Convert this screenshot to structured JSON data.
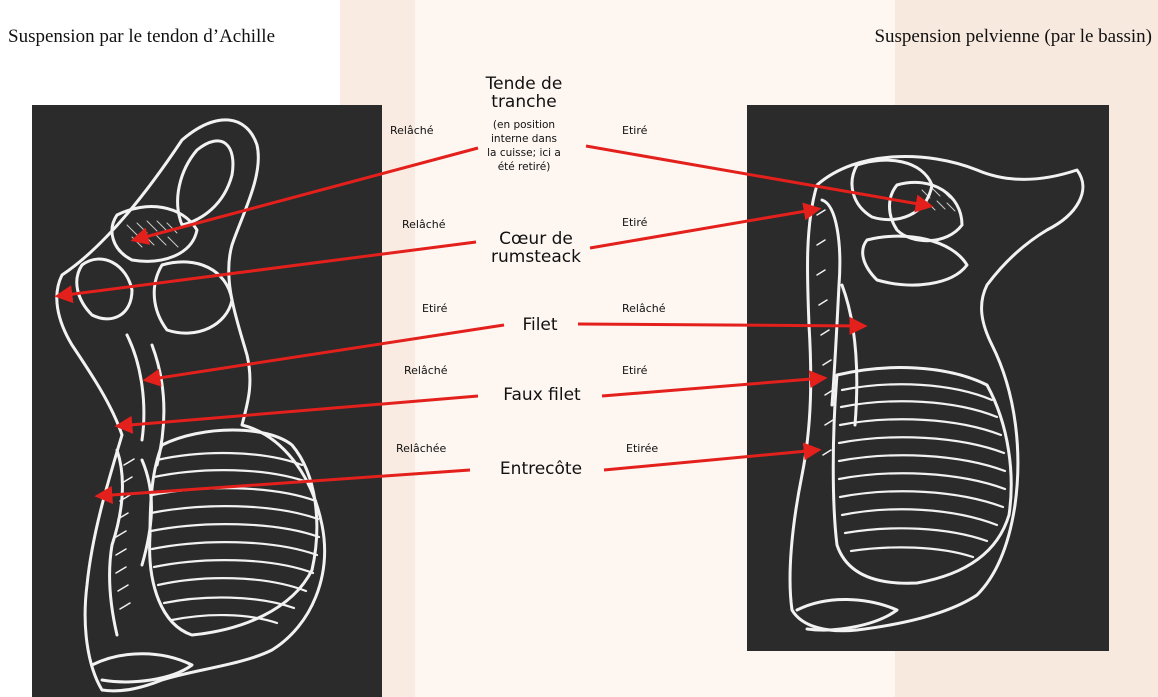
{
  "titles": {
    "left": "Suspension par le tendon d’Achille",
    "right": "Suspension pelvienne (par le bassin)"
  },
  "muscles": [
    {
      "name_line1": "Tende de",
      "name_line2": "tranche",
      "note": [
        "(en position",
        "interne dans",
        "la cuisse; ici a",
        "été  retiré)"
      ],
      "left_state": "Relâché",
      "right_state": "Etiré"
    },
    {
      "name_line1": "Cœur de",
      "name_line2": "rumsteack",
      "left_state": "Relâché",
      "right_state": "Etiré"
    },
    {
      "name_line1": "Filet",
      "left_state": "Etiré",
      "right_state": "Relâché"
    },
    {
      "name_line1": "Faux filet",
      "left_state": "Relâché",
      "right_state": "Etiré"
    },
    {
      "name_line1": "Entrecôte",
      "left_state": "Relâchée",
      "right_state": "Etirée"
    }
  ],
  "colors": {
    "arrow": "#e3201b",
    "panel_bg": "#2b2b2b",
    "drawing": "#f2f2f2"
  }
}
